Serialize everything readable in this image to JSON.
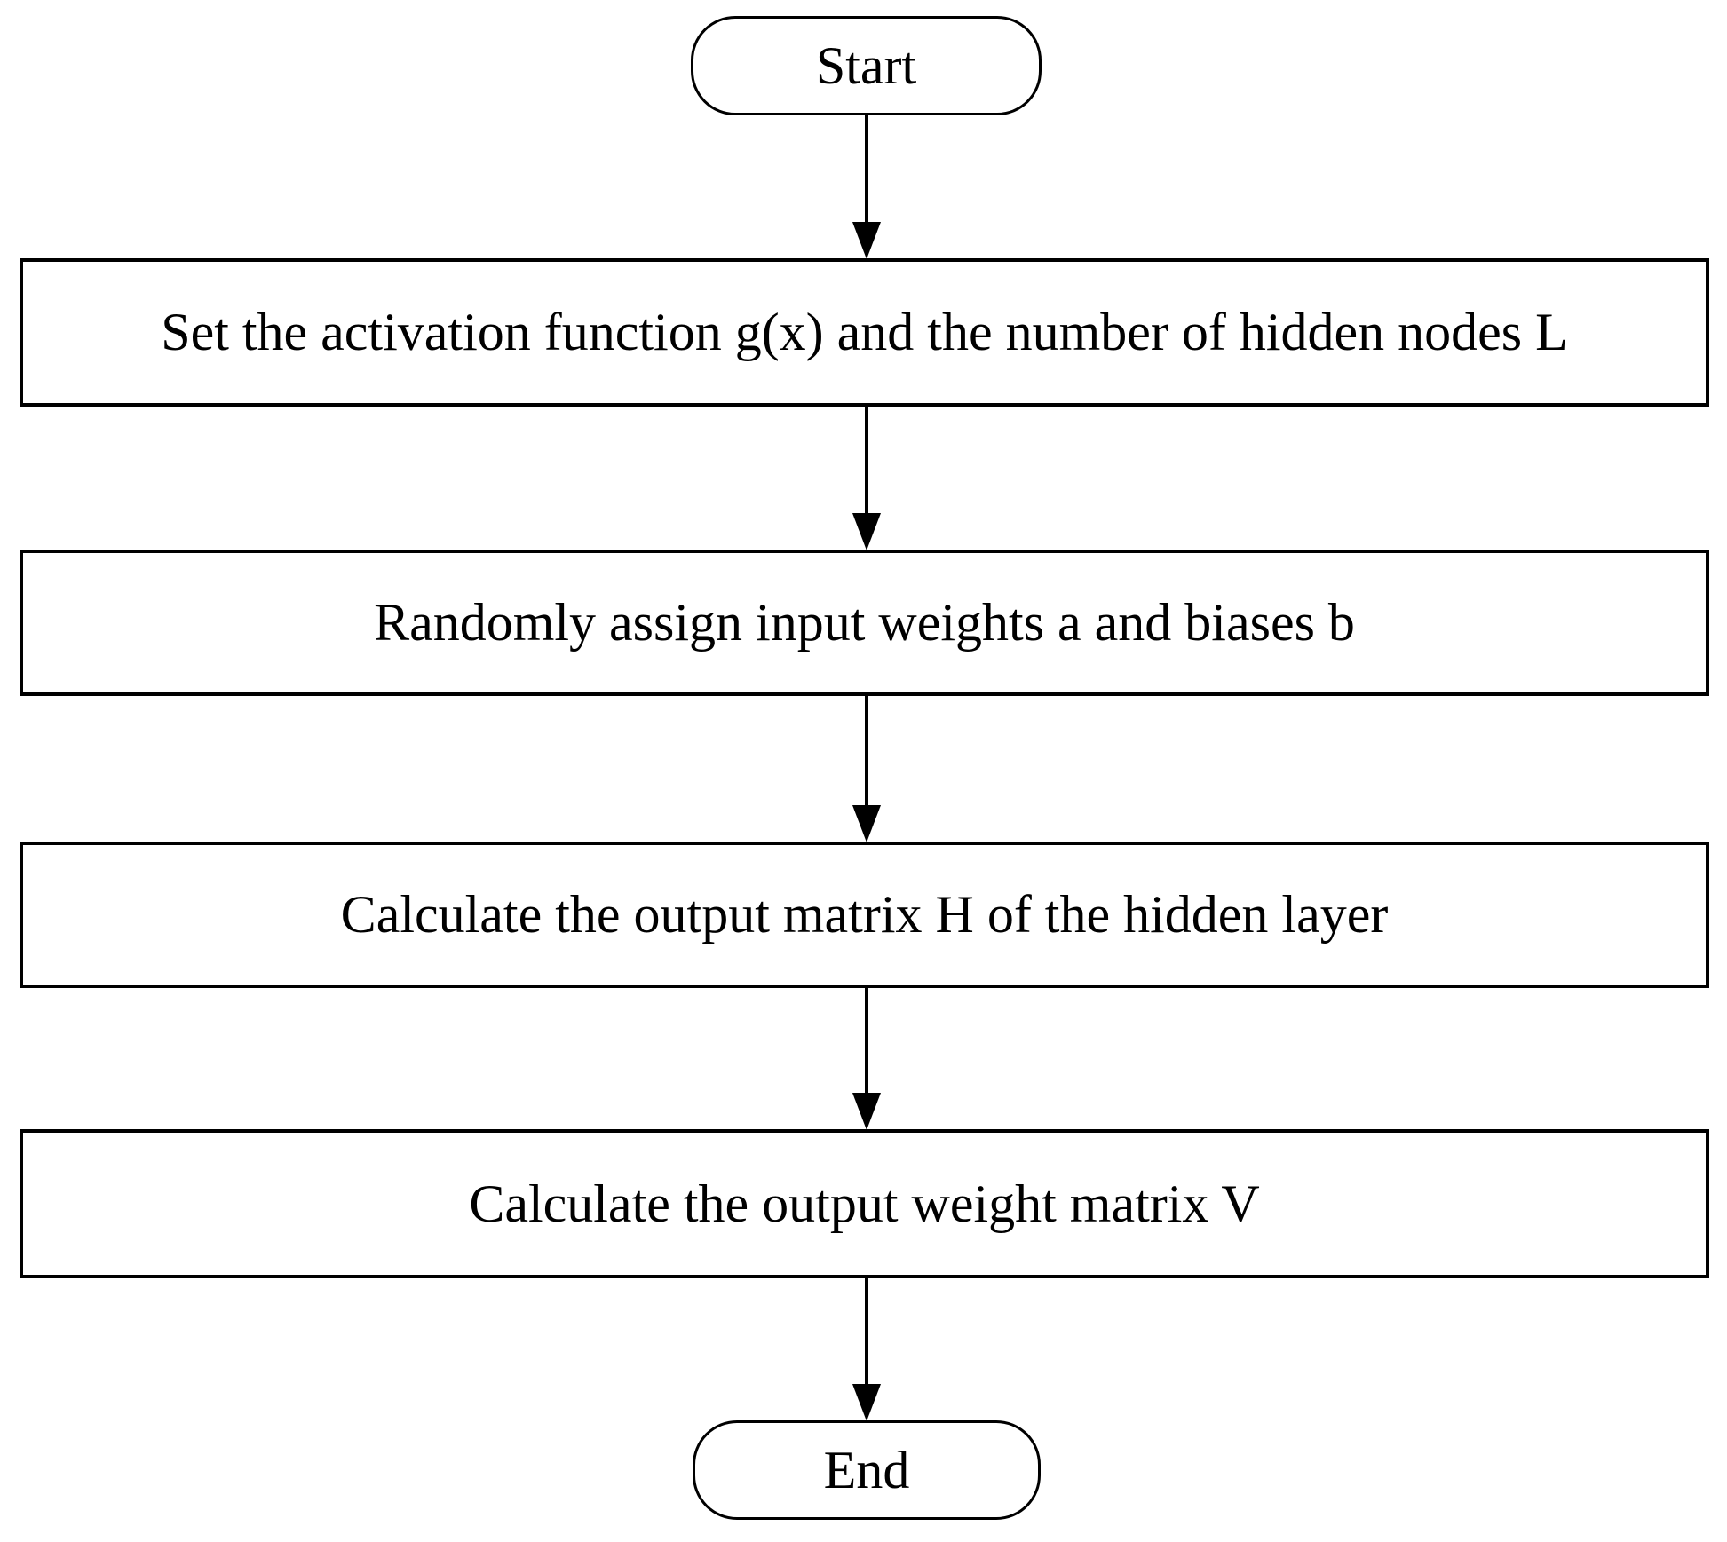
{
  "diagram": {
    "type": "flowchart",
    "start_label": "Start",
    "end_label": "End",
    "steps": [
      {
        "label": "Set the activation function g(x) and the number of hidden nodes L"
      },
      {
        "label": "Randomly assign input weights a and biases b"
      },
      {
        "label": "Calculate the output matrix H of the hidden layer"
      },
      {
        "label": "Calculate the output weight matrix V"
      }
    ],
    "colors": {
      "stroke": "#000000",
      "text": "#000000",
      "background": "#ffffff"
    }
  }
}
